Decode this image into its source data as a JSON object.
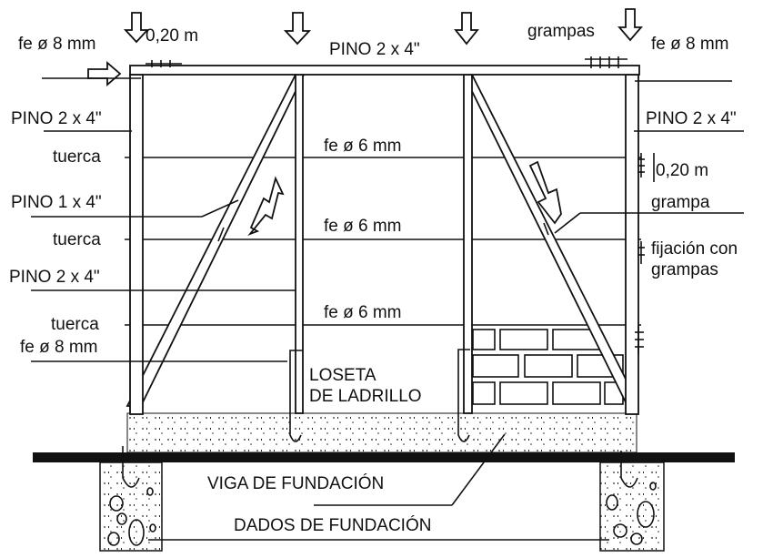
{
  "labels": {
    "top_left_fe": "fe ø 8 mm",
    "top_left_dim": "0,20 m",
    "top_beam": "PINO 2 x 4\"",
    "top_right_grampas": "grampas",
    "top_right_fe": "fe ø 8 mm",
    "left_post": "PINO 2 x 4\"",
    "right_post": "PINO 2 x 4\"",
    "tuerca_1": "tuerca",
    "wire_1": "fe ø 6 mm",
    "right_dim": "0,20 m",
    "pino_1x4": "PINO 1 x 4\"",
    "grampa": "grampa",
    "tuerca_2": "tuerca",
    "wire_2": "fe ø 6 mm",
    "fijacion_1": "fijación con",
    "fijacion_2": "grampas",
    "inner_post": "PINO 2 x 4\"",
    "wire_3": "fe ø 6 mm",
    "tuerca_3": "tuerca",
    "anchor": "fe ø 8 mm",
    "loseta_1": "LOSETA",
    "loseta_2": "DE LADRILLO",
    "viga": "VIGA DE FUNDACIÓN",
    "dados": "DADOS DE FUNDACIÓN"
  }
}
